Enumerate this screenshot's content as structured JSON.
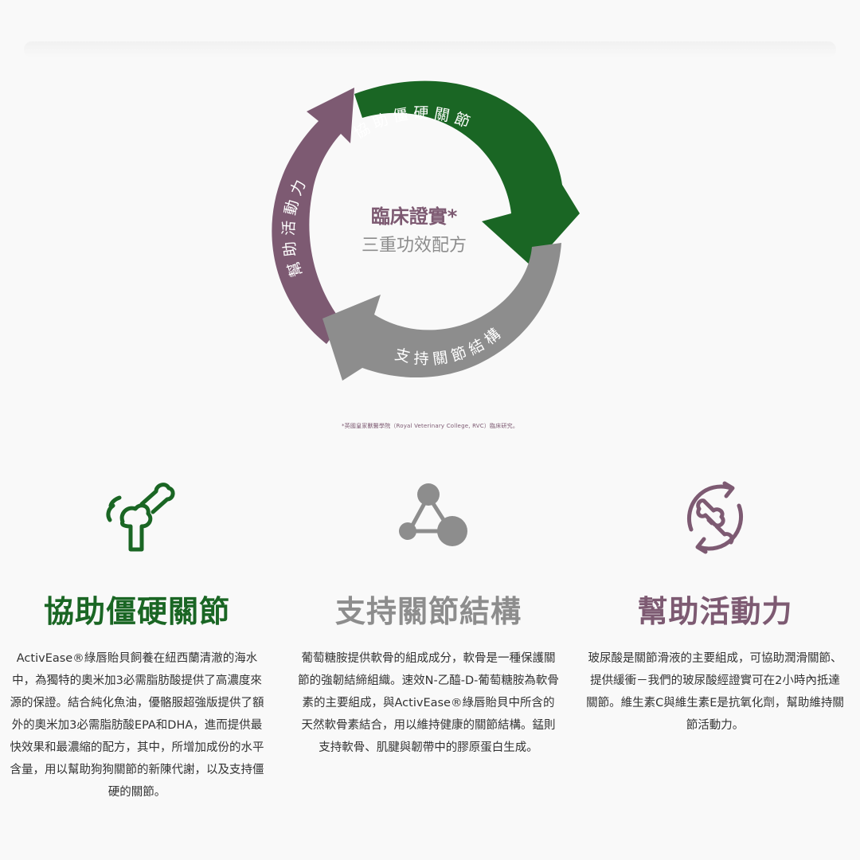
{
  "colors": {
    "green": "#1a6624",
    "grey": "#8d8d8d",
    "purple": "#7d5a72",
    "text": "#333333"
  },
  "cycle": {
    "center_title": "臨床證實*",
    "center_subtitle": "三重功效配方",
    "arrows": [
      {
        "label": "協助僵硬關節",
        "color": "#1a6624"
      },
      {
        "label": "支持關節結構",
        "color": "#8d8d8d"
      },
      {
        "label": "幫助活動力",
        "color": "#7d5a72"
      }
    ]
  },
  "footnote": "*英國皇家獸醫學院（Royal Veterinary College, RVC）臨床研究。",
  "features": [
    {
      "icon": "joint-bone-icon",
      "title": "協助僵硬關節",
      "body": "ActivEase®綠唇貽貝飼養在紐西蘭清澈的海水中，為獨特的奧米加3必需脂肪酸提供了高濃度來源的保證。結合純化魚油，優骼服超強版提供了額外的奧米加3必需脂肪酸EPA和DHA，進而提供最快效果和最濃縮的配方，其中，所增加成份的水平含量，用以幫助狗狗關節的新陳代謝，以及支持僵硬的關節。"
    },
    {
      "icon": "molecule-icon",
      "title": "支持關節結構",
      "body": "葡萄糖胺提供軟骨的組成成分，軟骨是一種保護關節的強韌結締組織。速效N-乙醯-D-葡萄糖胺為軟骨素的主要組成，與ActivEase®綠唇貽貝中所含的天然軟骨素結合，用以維持健康的關節結構。錳則支持軟骨、肌腱與韌帶中的膠原蛋白生成。"
    },
    {
      "icon": "joint-cycle-icon",
      "title": "幫助活動力",
      "body": "玻尿酸是關節滑液的主要組成，可協助潤滑關節、提供緩衝－我們的玻尿酸經證實可在2小時內抵達關節。維生素C與維生素E是抗氧化劑，幫助維持關節活動力。"
    }
  ]
}
